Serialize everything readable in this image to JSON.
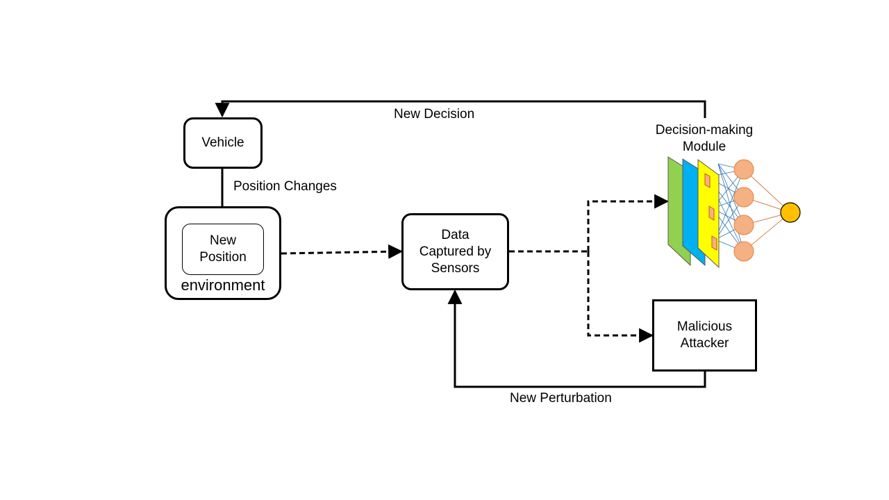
{
  "nodes": {
    "vehicle": "Vehicle",
    "new_position_line1": "New",
    "new_position_line2": "Position",
    "environment": "environment",
    "sensors_line1": "Data",
    "sensors_line2": "Captured by",
    "sensors_line3": "Sensors",
    "attacker_line1": "Malicious",
    "attacker_line2": "Attacker",
    "module_line1": "Decision-making",
    "module_line2": "Module"
  },
  "edges": {
    "new_decision": "New Decision",
    "position_changes": "Position Changes",
    "new_perturbation": "New Perturbation"
  },
  "colors": {
    "layer_green": "#92d050",
    "layer_blue": "#00b0f0",
    "layer_yellow": "#ffff00",
    "neuron_fill": "#f4b183",
    "output_fill": "#ffc000"
  }
}
